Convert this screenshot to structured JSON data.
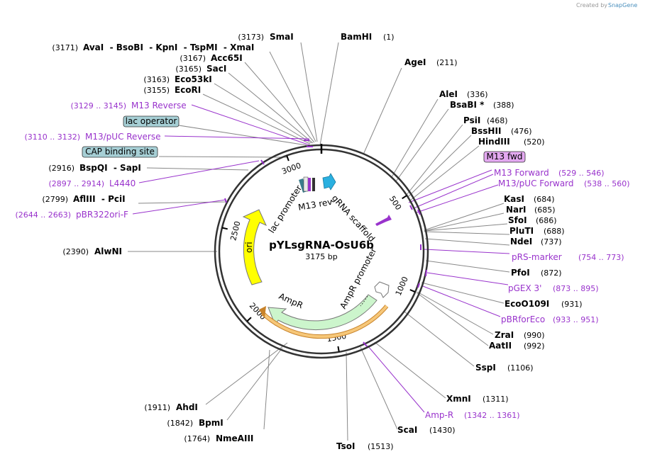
{
  "plasmid": {
    "name": "pYLsgRNA-OsU6b",
    "size_label": "3175 bp"
  },
  "credit": {
    "text": "Created by",
    "brand": "SnapGene"
  },
  "ticks": [
    {
      "label": "500",
      "pos": 500
    },
    {
      "label": "1000",
      "pos": 1000
    },
    {
      "label": "1500",
      "pos": 1500
    },
    {
      "label": "2000",
      "pos": 2000
    },
    {
      "label": "2500",
      "pos": 2500
    },
    {
      "label": "3000",
      "pos": 3000
    }
  ],
  "enzymes": [
    {
      "name": "SmaI",
      "pos": "(3173)"
    },
    {
      "name": "BamHI",
      "pos": "(1)"
    },
    {
      "name": "AvaI  - BsoBI  - KpnI  - TspMI  - XmaI",
      "pos": "(3171)"
    },
    {
      "name": "Acc65I",
      "pos": "(3167)"
    },
    {
      "name": "SacI",
      "pos": "(3165)"
    },
    {
      "name": "Eco53kI",
      "pos": "(3163)"
    },
    {
      "name": "EcoRI",
      "pos": "(3155)"
    },
    {
      "name": "AgeI",
      "pos": "(211)"
    },
    {
      "name": "AleI",
      "pos": "(336)"
    },
    {
      "name": "BsaBI *",
      "pos": "(388)"
    },
    {
      "name": "PsiI",
      "pos": "(468)"
    },
    {
      "name": "BssHII",
      "pos": "(476)"
    },
    {
      "name": "HindIII",
      "pos": "(520)"
    },
    {
      "name": "BspQI  - SapI",
      "pos": "(2916)"
    },
    {
      "name": "AflIII  - PciI",
      "pos": "(2799)"
    },
    {
      "name": "KasI",
      "pos": "(684)"
    },
    {
      "name": "NarI",
      "pos": "(685)"
    },
    {
      "name": "SfoI",
      "pos": "(686)"
    },
    {
      "name": "PluTI",
      "pos": "(688)"
    },
    {
      "name": "NdeI",
      "pos": "(737)"
    },
    {
      "name": "AlwNI",
      "pos": "(2390)"
    },
    {
      "name": "PfoI",
      "pos": "(872)"
    },
    {
      "name": "EcoO109I",
      "pos": "(931)"
    },
    {
      "name": "ZraI",
      "pos": "(990)"
    },
    {
      "name": "AatII",
      "pos": "(992)"
    },
    {
      "name": "SspI",
      "pos": "(1106)"
    },
    {
      "name": "XmnI",
      "pos": "(1311)"
    },
    {
      "name": "ScaI",
      "pos": "(1430)"
    },
    {
      "name": "TsoI",
      "pos": "(1513)"
    },
    {
      "name": "AhdI",
      "pos": "(1911)"
    },
    {
      "name": "BpmI",
      "pos": "(1842)"
    },
    {
      "name": "NmeAIII",
      "pos": "(1764)"
    }
  ],
  "primers": [
    {
      "name": "M13 Reverse",
      "range": "(3129 .. 3145)"
    },
    {
      "name": "M13/pUC Reverse",
      "range": "(3110 .. 3132)"
    },
    {
      "name": "L4440",
      "range": "(2897 .. 2914)"
    },
    {
      "name": "pBR322ori-F",
      "range": "(2644 .. 2663)"
    },
    {
      "name": "M13 Forward",
      "range": "(529 .. 546)"
    },
    {
      "name": "M13/pUC Forward",
      "range": "(538 .. 560)"
    },
    {
      "name": "pRS-marker",
      "range": "(754 .. 773)"
    },
    {
      "name": "pGEX 3'",
      "range": "(873 .. 895)"
    },
    {
      "name": "pBRforEco",
      "range": "(933 .. 951)"
    },
    {
      "name": "Amp-R",
      "range": "(1342 .. 1361)"
    }
  ],
  "boxes": [
    {
      "name": "lac operator",
      "fill": "#a6cfd5"
    },
    {
      "name": "CAP binding site",
      "fill": "#a6cfd5"
    },
    {
      "name": "M13 fwd",
      "fill": "#e3a8f0"
    }
  ],
  "features": [
    {
      "name": "lac promoter"
    },
    {
      "name": "M13 rev"
    },
    {
      "name": "gRNA scaffold"
    },
    {
      "name": "ori"
    },
    {
      "name": "AmpR"
    },
    {
      "name": "AmpR promoter"
    }
  ],
  "colors": {
    "enzyme_text": "#000000",
    "primer": "#9933cc",
    "ori": "#ffff00",
    "ampr": "#ccf5cc",
    "gRNA": "#2ab0e0",
    "orf": "#f0b040",
    "backbone": "#333333"
  }
}
